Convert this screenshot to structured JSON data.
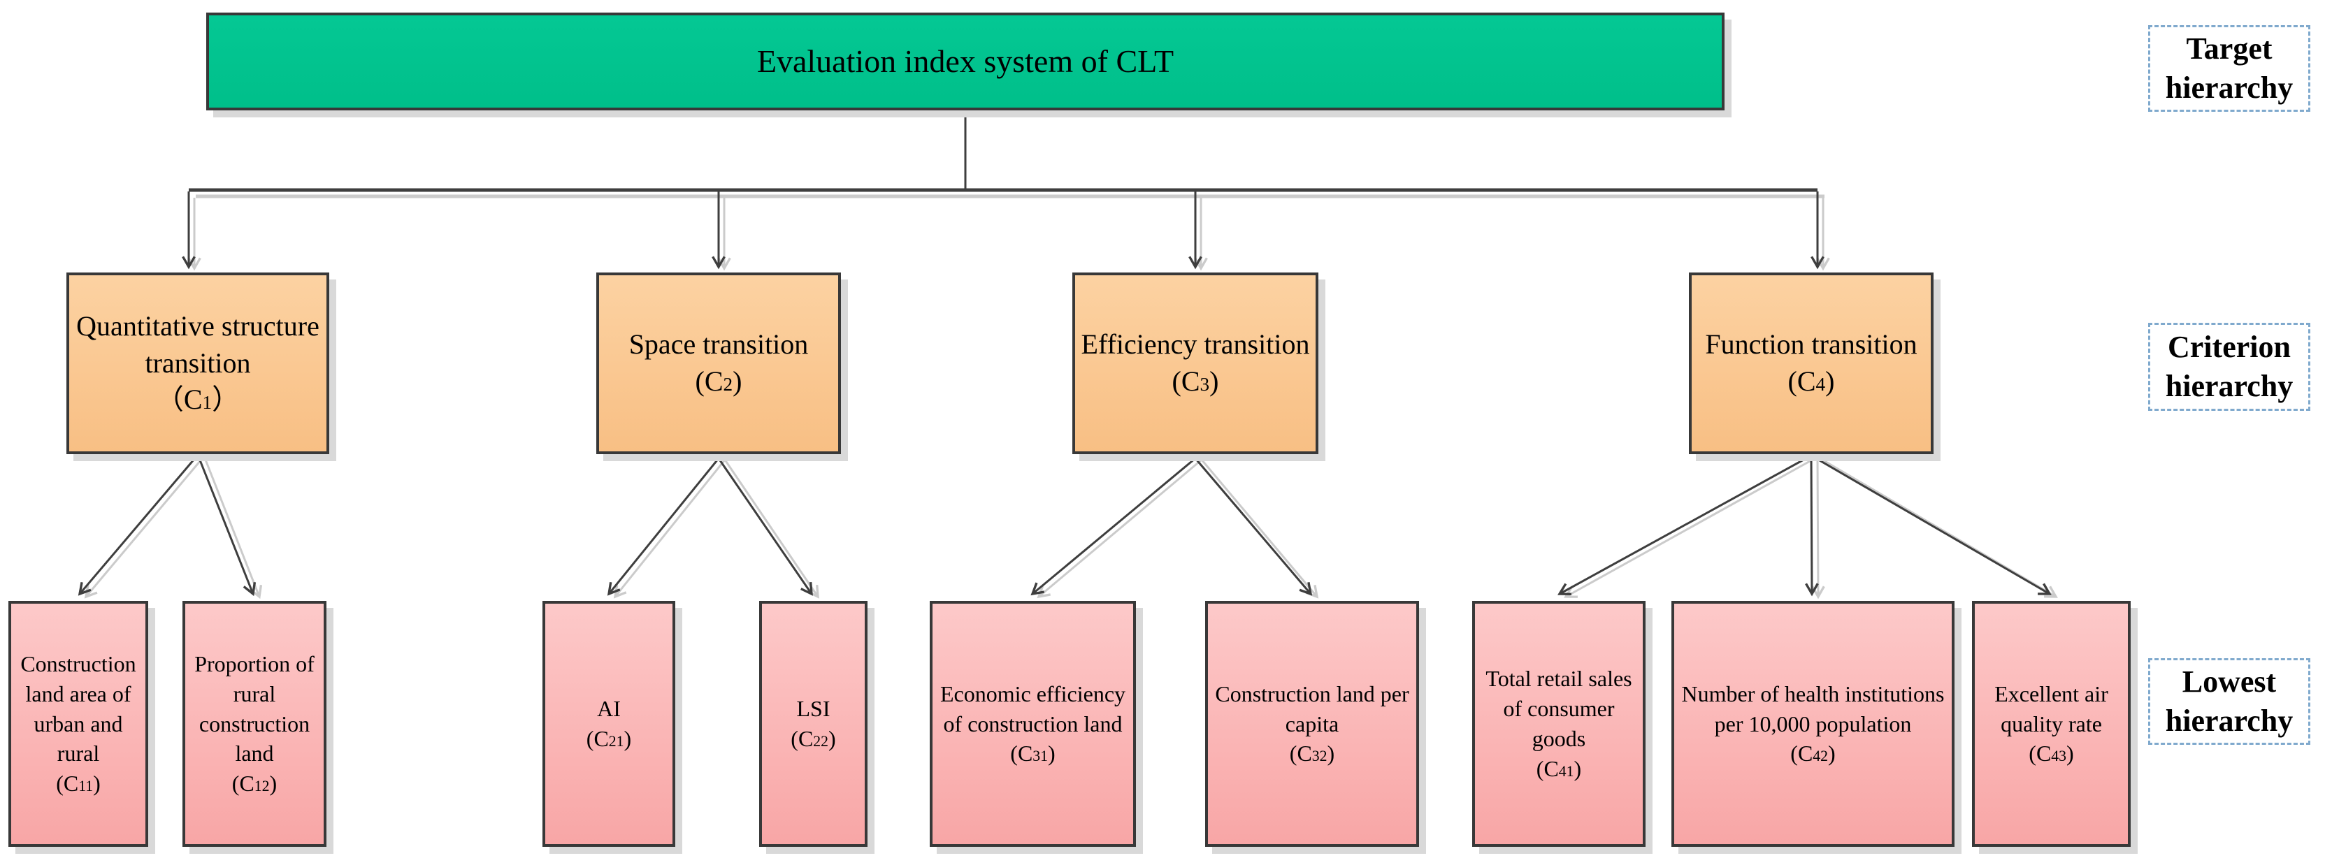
{
  "figure": {
    "title": "Evaluation index system of CLT"
  },
  "hierarchy_labels": {
    "target": "Target hierarchy",
    "criterion": "Criterion hierarchy",
    "lowest": "Lowest hierarchy"
  },
  "criteria": [
    {
      "label": "Quantitative structure transition",
      "code_open": "（",
      "code_letter": "C",
      "code_sub": "1",
      "code_close": "）"
    },
    {
      "label": "Space transition",
      "code_open": "(",
      "code_letter": "C",
      "code_sub": "2",
      "code_close": ")"
    },
    {
      "label": "Efficiency transition",
      "code_open": "(",
      "code_letter": "C",
      "code_sub": "3",
      "code_close": ")"
    },
    {
      "label": "Function transition",
      "code_open": "(",
      "code_letter": "C",
      "code_sub": "4",
      "code_close": ")"
    }
  ],
  "indicators": [
    {
      "label": "Construction land area of urban and rural",
      "code_open": "(",
      "code_letter": "C",
      "code_sub": "11",
      "code_close": ")"
    },
    {
      "label": "Proportion of rural construction land",
      "code_open": "(",
      "code_letter": "C",
      "code_sub": "12",
      "code_close": ")"
    },
    {
      "label": "AI",
      "code_open": "(",
      "code_letter": "C",
      "code_sub": "21",
      "code_close": ")"
    },
    {
      "label": "LSI",
      "code_open": "(",
      "code_letter": "C",
      "code_sub": "22",
      "code_close": ")"
    },
    {
      "label": "Economic efficiency of construction land",
      "code_open": "(",
      "code_letter": "C",
      "code_sub": "31",
      "code_close": ")"
    },
    {
      "label": "Construction land per capita",
      "code_open": "(",
      "code_letter": "C",
      "code_sub": "32",
      "code_close": ")"
    },
    {
      "label": "Total retail sales of consumer goods",
      "code_open": "(",
      "code_letter": "C",
      "code_sub": "41",
      "code_close": ")"
    },
    {
      "label": "Number of health institutions  per 10,000 population",
      "code_open": "(",
      "code_letter": "C",
      "code_sub": "42",
      "code_close": ")"
    },
    {
      "label": "Excellent air quality rate",
      "code_open": "(",
      "code_letter": "C",
      "code_sub": "43",
      "code_close": ")"
    }
  ],
  "colors": {
    "target_fill": "#00c28d",
    "criterion_fill": "#fac98f",
    "indicator_fill": "#fab4b4",
    "box_border": "#383838",
    "label_border_dashed": "#7fa9cd",
    "connector": "#3e3e3e",
    "connector_shadow": "#cbcbcb",
    "box_shadow": "#d9d9d9"
  }
}
